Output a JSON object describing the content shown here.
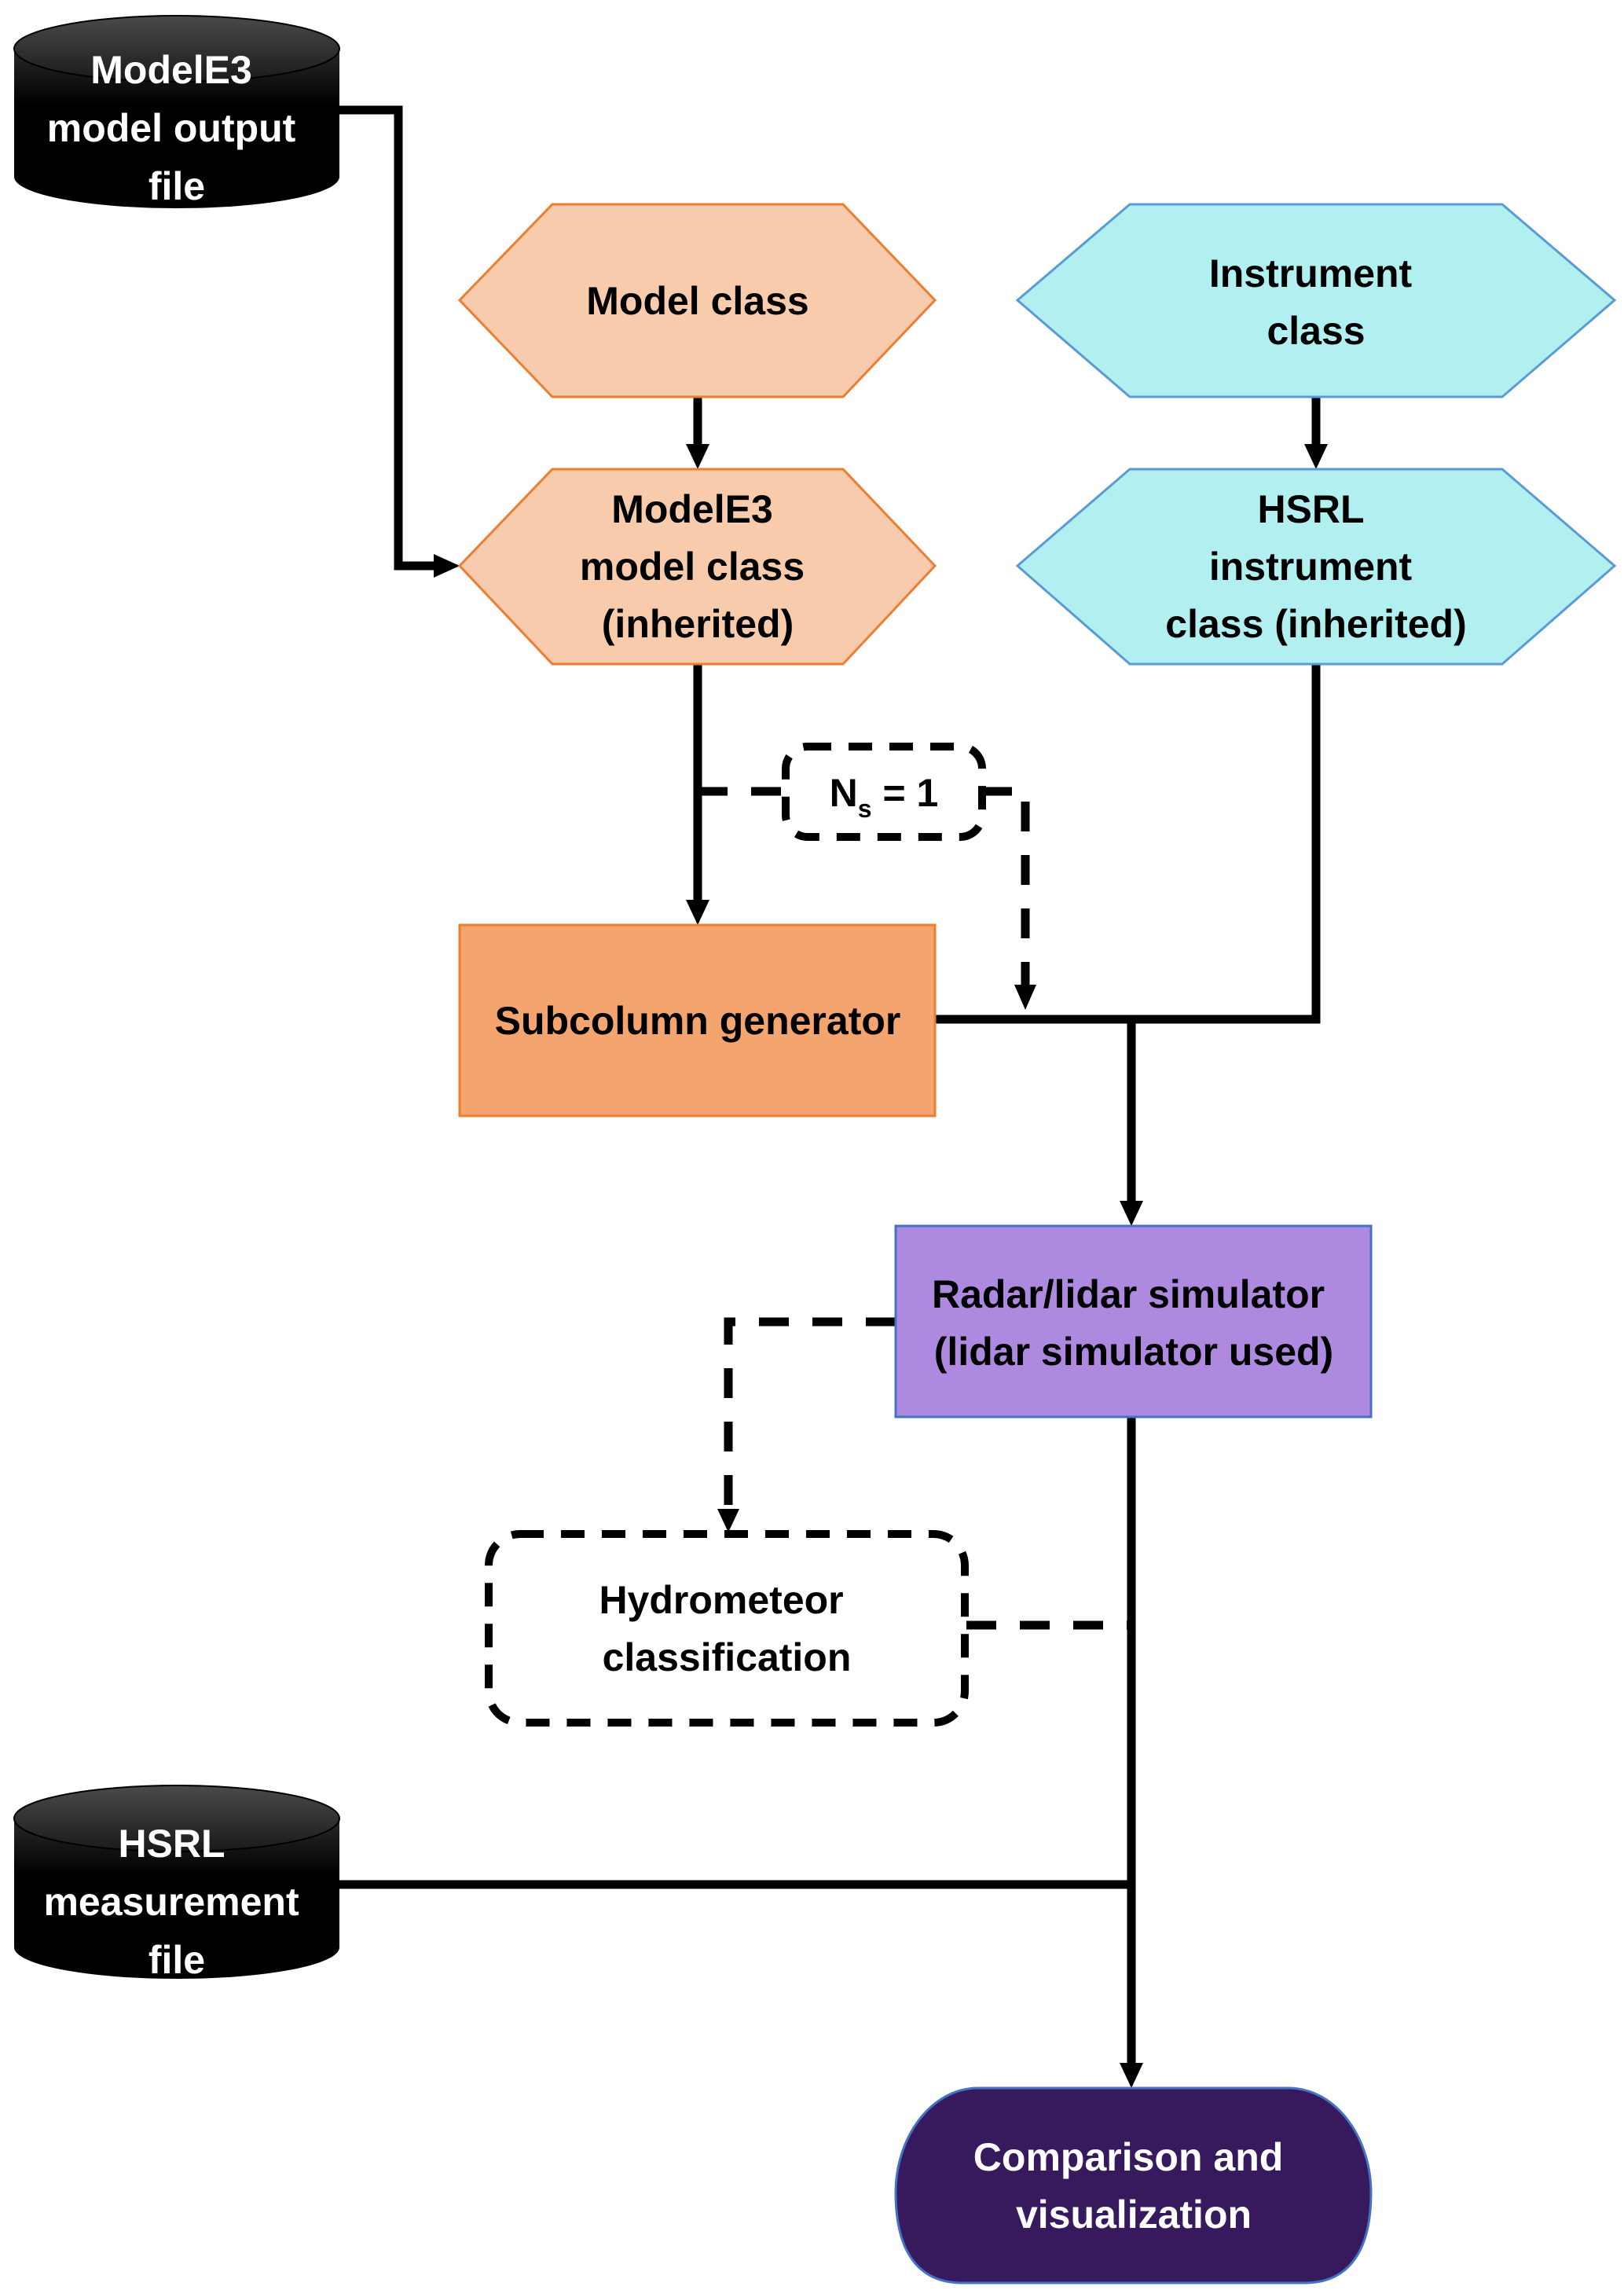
{
  "diagram": {
    "title": "",
    "nodes": {
      "modele3_output_file": {
        "shape": "cylinder",
        "lines": [
          "ModelE3",
          "model output",
          "file"
        ],
        "fill": "#000000",
        "text_color": "#ffffff"
      },
      "model_class": {
        "shape": "hexagon",
        "lines": [
          "Model class"
        ],
        "fill": "#F8CBAD",
        "stroke": "#ED7D31",
        "text_color": "#000000"
      },
      "instrument_class": {
        "shape": "hexagon",
        "lines": [
          "Instrument",
          "class"
        ],
        "fill": "#B2EFF0",
        "stroke": "#5B9BD5",
        "text_color": "#000000"
      },
      "modele3_model_class": {
        "shape": "hexagon",
        "lines": [
          "ModelE3",
          "model class",
          "(inherited)"
        ],
        "fill": "#F8CBAD",
        "stroke": "#ED7D31",
        "text_color": "#000000"
      },
      "hsrl_instrument_class": {
        "shape": "hexagon",
        "lines": [
          "HSRL",
          "instrument",
          "class (inherited)"
        ],
        "fill": "#B2EFF0",
        "stroke": "#5B9BD5",
        "text_color": "#000000"
      },
      "ns_setting": {
        "shape": "dashed-rounded-box",
        "main": "N",
        "subscript": "s",
        "rest": " = 1",
        "text_color": "#000000"
      },
      "subcolumn_generator": {
        "shape": "rectangle",
        "lines": [
          "Subcolumn generator"
        ],
        "fill": "#F4A46E",
        "stroke": "#ED7D31",
        "text_color": "#000000"
      },
      "radar_lidar_simulator": {
        "shape": "rectangle",
        "lines": [
          "Radar/lidar simulator",
          "(lidar simulator used)"
        ],
        "fill": "#AE89E0",
        "stroke": "#4472C4",
        "text_color": "#000000"
      },
      "hydrometeor_classification": {
        "shape": "dashed-rounded-box",
        "lines": [
          "Hydrometeor",
          "classification"
        ],
        "text_color": "#000000"
      },
      "hsrl_measurement_file": {
        "shape": "cylinder",
        "lines": [
          "HSRL",
          "measurement",
          "file"
        ],
        "fill": "#000000",
        "text_color": "#ffffff"
      },
      "comparison_visualization": {
        "shape": "terminator",
        "lines": [
          "Comparison and",
          "visualization"
        ],
        "fill": "#371A5E",
        "stroke": "#4472C4",
        "text_color": "#ffffff"
      }
    },
    "edges": [
      {
        "from": "modele3_output_file",
        "to": "modele3_model_class",
        "style": "solid",
        "arrow": true
      },
      {
        "from": "model_class",
        "to": "modele3_model_class",
        "style": "solid",
        "arrow": true
      },
      {
        "from": "instrument_class",
        "to": "hsrl_instrument_class",
        "style": "solid",
        "arrow": true
      },
      {
        "from": "modele3_model_class",
        "to": "subcolumn_generator",
        "style": "solid",
        "arrow": true
      },
      {
        "from": "modele3_model_class",
        "to": "ns_setting",
        "style": "dashed",
        "arrow": false
      },
      {
        "from": "ns_setting",
        "to": "subcolumn_output_line",
        "style": "dashed",
        "arrow": true
      },
      {
        "from": "subcolumn_generator",
        "to": "radar_lidar_simulator",
        "style": "solid",
        "arrow": true
      },
      {
        "from": "hsrl_instrument_class",
        "to": "radar_lidar_simulator",
        "style": "solid",
        "arrow": true
      },
      {
        "from": "radar_lidar_simulator",
        "to": "hydrometeor_classification",
        "style": "dashed",
        "arrow": true
      },
      {
        "from": "hydrometeor_classification",
        "to": "comparison_line",
        "style": "dashed",
        "arrow": false
      },
      {
        "from": "radar_lidar_simulator",
        "to": "comparison_visualization",
        "style": "solid",
        "arrow": true
      },
      {
        "from": "hsrl_measurement_file",
        "to": "comparison_visualization",
        "style": "solid",
        "arrow": true
      }
    ]
  }
}
